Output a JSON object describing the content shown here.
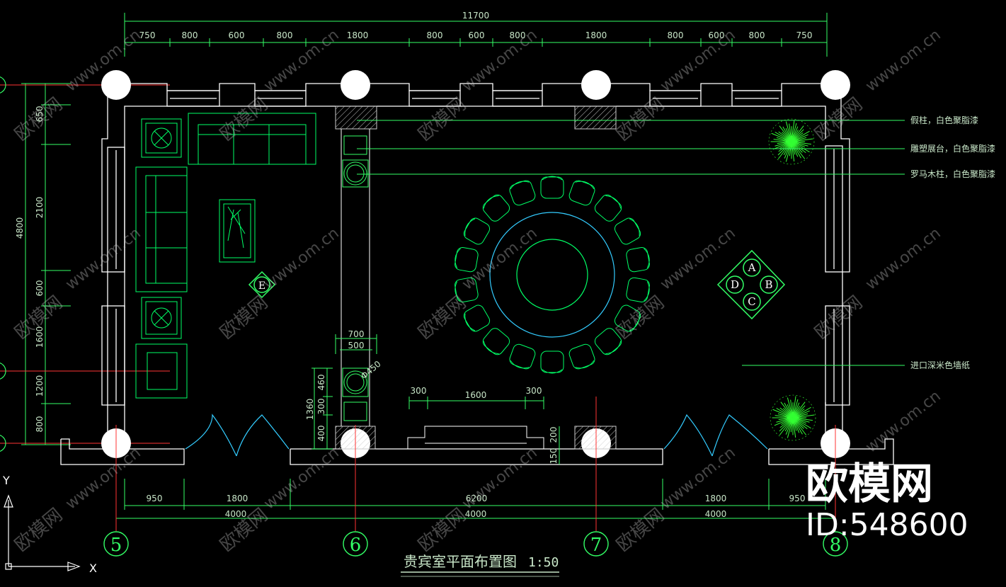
{
  "drawing": {
    "title": "贵宾室平面布置图",
    "scale": "1:50",
    "overall_width": "11700",
    "overall_height": "4800",
    "top_dims": [
      "750",
      "800",
      "600",
      "800",
      "1800",
      "800",
      "600",
      "800",
      "1800",
      "800",
      "600",
      "800",
      "750"
    ],
    "left_dims": [
      "650",
      "2100",
      "600",
      "1600",
      "1200",
      "800"
    ],
    "bottom_dims_row1": [
      "950",
      "1800",
      "6200",
      "1800",
      "950"
    ],
    "bottom_dims_row2": [
      "4000",
      "4000",
      "4000"
    ],
    "inner_dims": {
      "pillar_w1": "700",
      "pillar_w2": "500",
      "col_v": [
        "460",
        "300",
        "400"
      ],
      "col_total": "1360",
      "col_dia": "Φ450",
      "stage": [
        "300",
        "1600",
        "300"
      ],
      "small_v": [
        "200",
        "150"
      ]
    },
    "grid_bubbles": [
      "5",
      "6",
      "7",
      "8"
    ],
    "elevation_tags": [
      "A",
      "B",
      "C",
      "D",
      "E"
    ],
    "annotations": [
      "假柱，白色聚脂漆",
      "雕塑展台，白色聚脂漆",
      "罗马木柱，白色聚脂漆",
      "进口深米色墙纸"
    ],
    "axes": {
      "x": "X",
      "y": "Y"
    }
  },
  "watermark": {
    "site": "www.om.cn",
    "brand": "欧模网",
    "logo": "欧模网",
    "id": "ID:548600"
  },
  "colors": {
    "background": "#000000",
    "wall": "#ffffff",
    "dimension": "#33ff66",
    "furniture": "#00ff66",
    "cyan": "#33ccff",
    "axis_red": "#ff3333"
  }
}
